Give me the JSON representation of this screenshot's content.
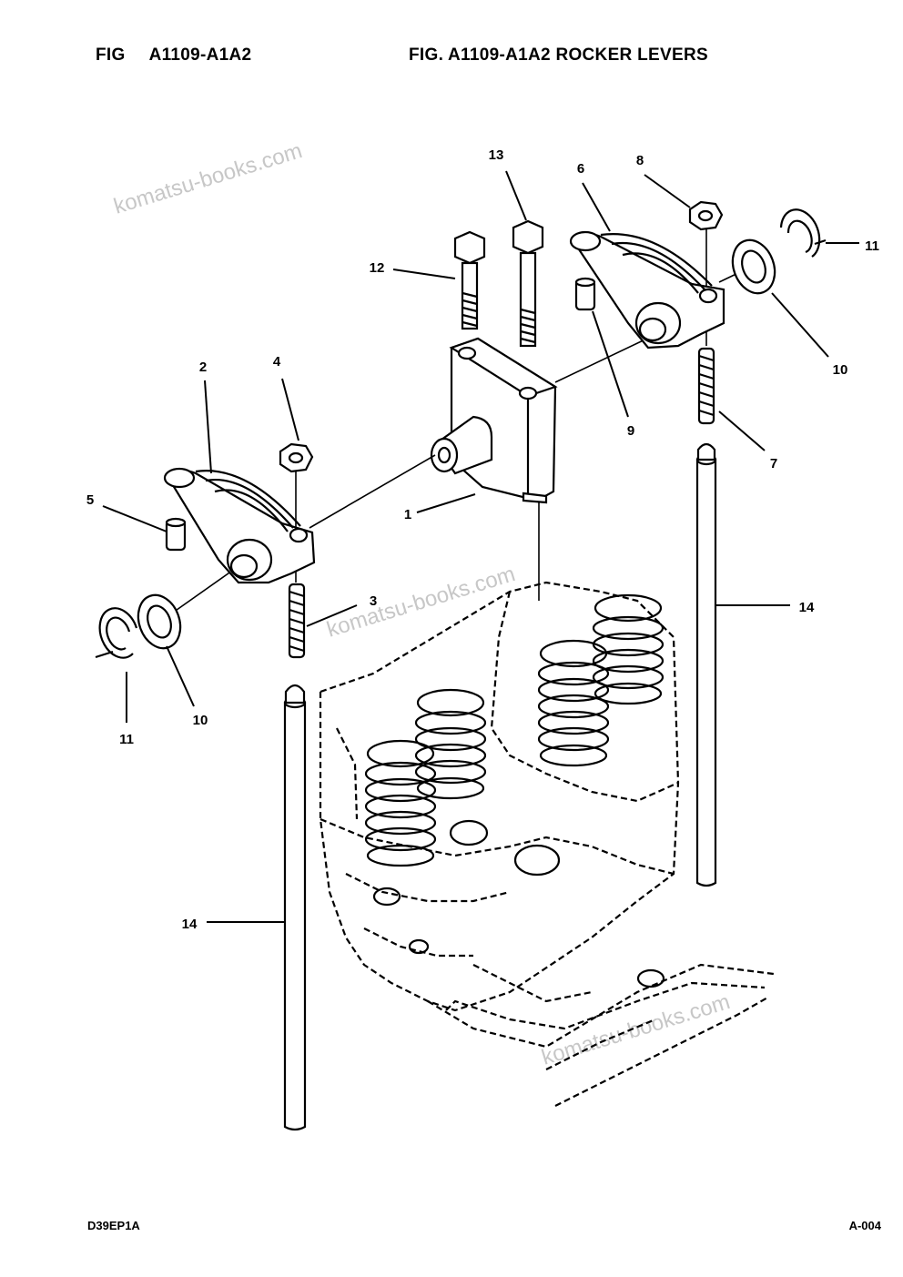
{
  "header": {
    "fig_label": "FIG",
    "fig_code": "A1109-A1A2",
    "title": "FIG. A1109-A1A2 ROCKER LEVERS"
  },
  "footer": {
    "left": "D39EP1A",
    "right": "A-004"
  },
  "watermark": "komatsu-books.com",
  "callouts": [
    {
      "id": "c1",
      "text": "1"
    },
    {
      "id": "c2",
      "text": "2"
    },
    {
      "id": "c3",
      "text": "3"
    },
    {
      "id": "c4",
      "text": "4"
    },
    {
      "id": "c5",
      "text": "5"
    },
    {
      "id": "c6",
      "text": "6"
    },
    {
      "id": "c7",
      "text": "7"
    },
    {
      "id": "c8",
      "text": "8"
    },
    {
      "id": "c9",
      "text": "9"
    },
    {
      "id": "c10a",
      "text": "10"
    },
    {
      "id": "c10b",
      "text": "10"
    },
    {
      "id": "c11a",
      "text": "11"
    },
    {
      "id": "c11b",
      "text": "11"
    },
    {
      "id": "c12",
      "text": "12"
    },
    {
      "id": "c13",
      "text": "13"
    },
    {
      "id": "c14a",
      "text": "14"
    },
    {
      "id": "c14b",
      "text": "14"
    }
  ]
}
